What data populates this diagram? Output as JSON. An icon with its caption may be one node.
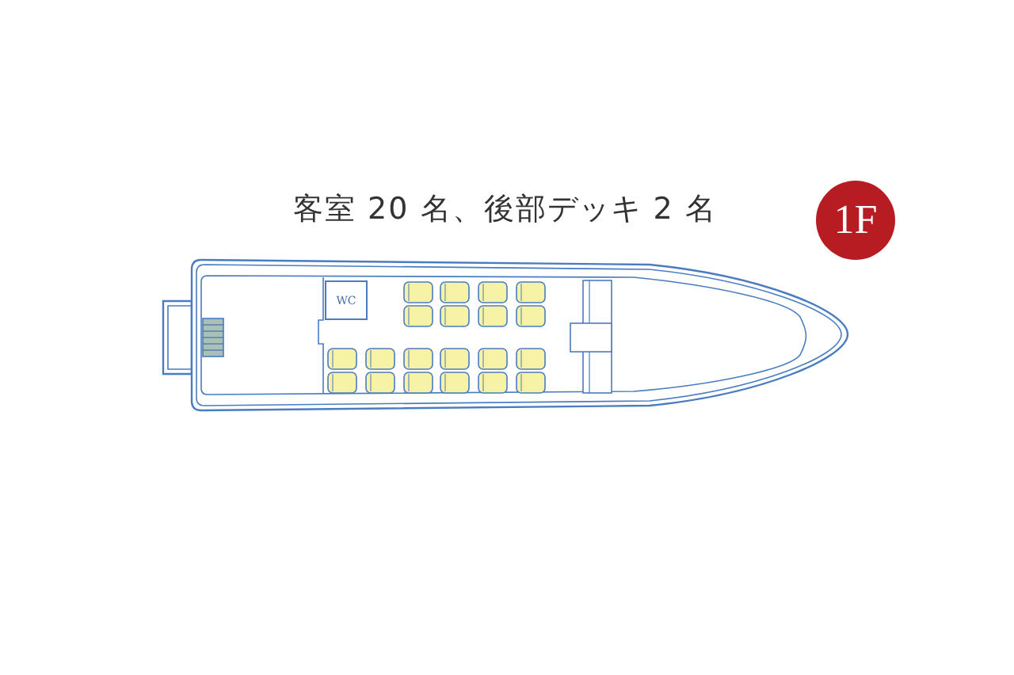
{
  "diagram": {
    "title": "客室 20 名、後部デッキ 2 名",
    "nodes": [
      {
        "text": [
          "WC"
        ]
      },
      {
        "text": [
          "1F"
        ]
      }
    ]
  }
}
